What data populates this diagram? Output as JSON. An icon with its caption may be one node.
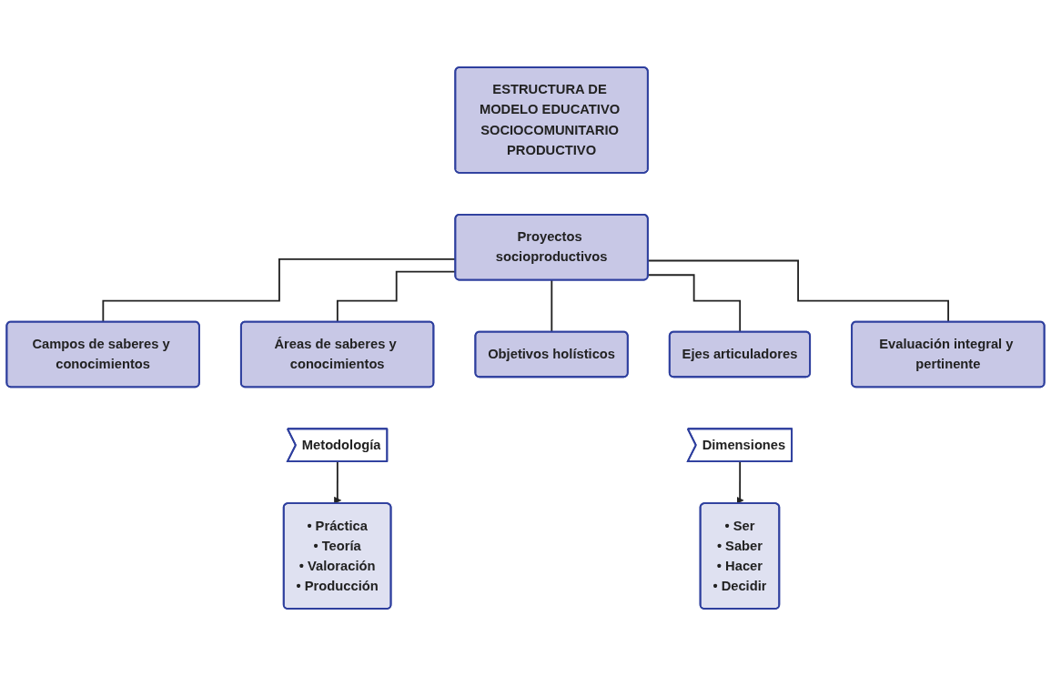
{
  "diagram": {
    "nodes": [
      {
        "text": [
          "ESTRUCTURA DE MODELO EDUCATIVO SOCIOCOMUNITARIO PRODUCTIVO"
        ]
      },
      {
        "text": [
          "Proyectos socioproductivos"
        ]
      },
      {
        "text": [
          "Campos de saberes y conocimientos"
        ]
      },
      {
        "text": [
          "Áreas de saberes y conocimientos"
        ]
      },
      {
        "text": [
          "Objetivos holísticos"
        ]
      },
      {
        "text": [
          "Ejes articuladores"
        ]
      },
      {
        "text": [
          "Evaluación integral y pertinente"
        ]
      },
      {
        "text": [
          "Metodología"
        ]
      },
      {
        "text": [
          "• Práctica",
          "• Teoría",
          "• Valoración",
          "• Producción"
        ]
      },
      {
        "text": [
          "Dimensiones"
        ]
      },
      {
        "text": [
          "• Ser",
          "• Saber",
          "• Hacer",
          "• Decidir"
        ]
      }
    ],
    "edges": [
      {
        "from": 1,
        "to": 2,
        "arrow": "none"
      },
      {
        "from": 1,
        "to": 3,
        "arrow": "none"
      },
      {
        "from": 1,
        "to": 4,
        "arrow": "none"
      },
      {
        "from": 1,
        "to": 5,
        "arrow": "none"
      },
      {
        "from": 1,
        "to": 6,
        "arrow": "none"
      },
      {
        "from": 7,
        "to": 8,
        "arrow": "to"
      },
      {
        "from": 9,
        "to": 10,
        "arrow": "to"
      }
    ]
  }
}
